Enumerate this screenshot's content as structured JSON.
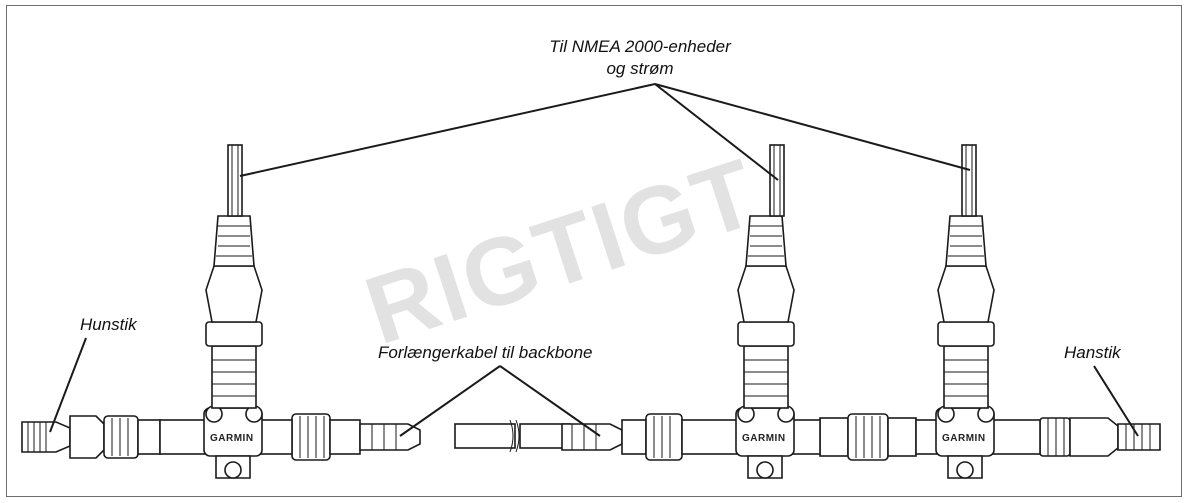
{
  "watermark": "RIGTIGT",
  "labels": {
    "devices_line1": "Til NMEA 2000-enheder",
    "devices_line2": "og strøm",
    "female": "Hunstik",
    "extension": "Forlængerkabel til backbone",
    "male": "Hanstik"
  },
  "brand": "GARMIN"
}
